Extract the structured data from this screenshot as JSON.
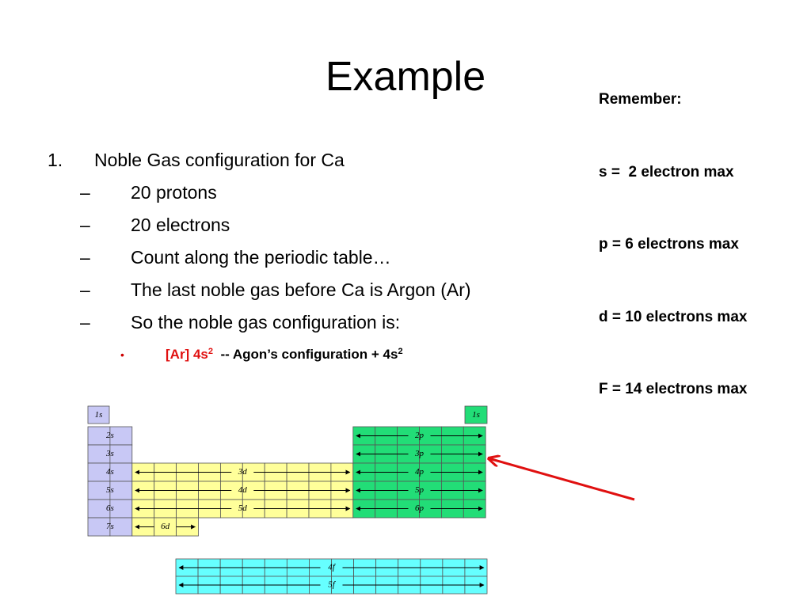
{
  "slide": {
    "title": "Example",
    "remember": {
      "heading": "Remember:",
      "lines": [
        "s =  2 electron max",
        "p = 6 electrons max",
        "d = 10 electrons max",
        "F = 14 electrons max"
      ]
    },
    "list": {
      "number": "1.",
      "item": "Noble Gas configuration for Ca",
      "dash": "–",
      "subitems": [
        "20 protons",
        "20 electrons",
        "Count along the periodic table…",
        "The last noble gas before Ca is Argon (Ar)",
        "So the noble gas configuration is:"
      ],
      "bullet": "•",
      "answer": {
        "config": "[Ar] 4s",
        "config_sup": "2",
        "explanation": "-- Agon’s configuration + 4s",
        "explanation_sup": "2"
      }
    }
  },
  "periodic_table": {
    "s_block_labels": [
      "1s",
      "2s",
      "3s",
      "4s",
      "5s",
      "6s",
      "7s"
    ],
    "he_label": "1s",
    "d_block_labels": [
      "3d",
      "4d",
      "5d",
      "6d"
    ],
    "p_block_labels": [
      "2p",
      "3p",
      "4p",
      "5p",
      "6p"
    ],
    "f_block_labels": [
      "4f",
      "5f"
    ],
    "colors": {
      "s_block": "#c8c8f5",
      "d_block": "#ffff9a",
      "p_block": "#22dd77",
      "f_block": "#66ffff",
      "arrow": "#e01010"
    }
  }
}
